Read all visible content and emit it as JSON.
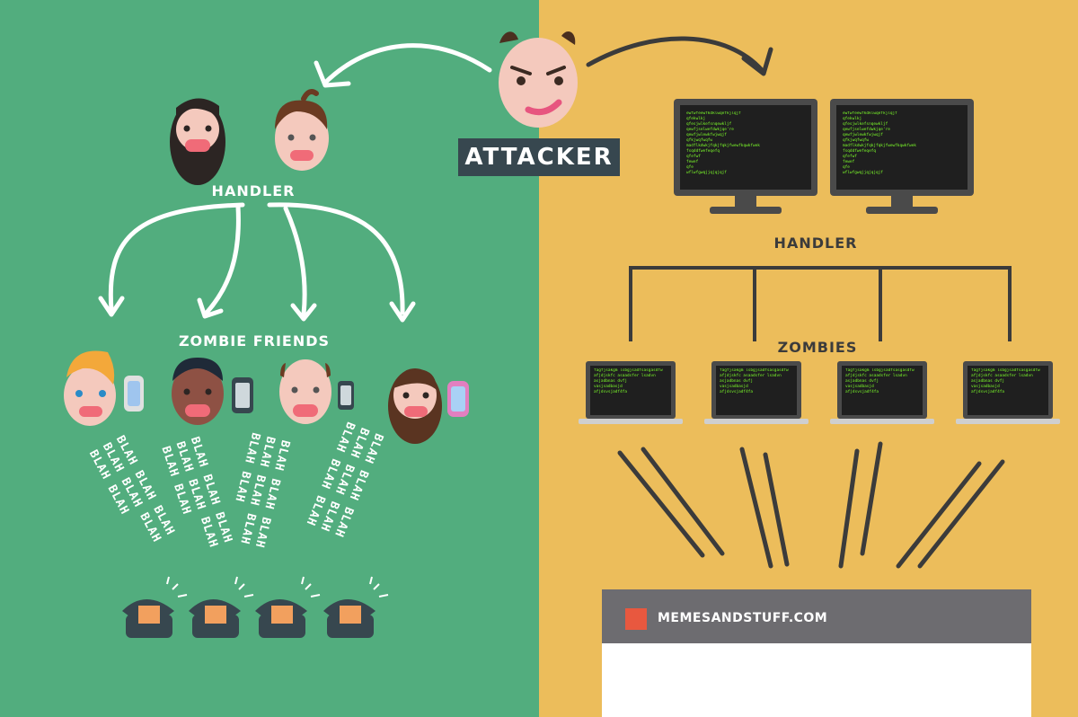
{
  "colors": {
    "left_background": "#52ad7e",
    "right_background": "#ecbd5b",
    "attacker_box": "#37474f",
    "screen_text": "#7cfc2a",
    "site_bar": "#6d6c70",
    "site_square": "#e8583f",
    "phone": "#37474f",
    "dial": "#f2a05e"
  },
  "left": {
    "handler_label": "HANDLER",
    "zombies_label": "ZOMBIE FRIENDS",
    "blah_columns": [
      "BLAH BLAH BLAH BLAH BLAH BLAH BLAH BLAH",
      "BLAH BLAH BLAH BLAH BLAH BLAH BLAH BLAH",
      "BLAH BLAH BLAH BLAH BLAH BLAH BLAH BLAH",
      "BLAH BLAH BLAH BLAH BLAH BLAH BLAH BLAH BLAH"
    ]
  },
  "attacker": {
    "label": "ATTACKER"
  },
  "right": {
    "handler_label": "HANDLER",
    "zombies_label": "ZOMBIES",
    "monitor_text": "ewfwfeewfkdklwqefkjlqjf\nqfekwlkj\nqfesjwlkefsnqewkljf\nqewfjselwefdwkjqe're\nqewfjwlewkfwjwqjf\nqfkjwqfwqfw\nmadflkdwkjfqkjfqkjfwewfkqwkfwek\nfsqddfwefeqefq\nqfefwf\nfewef\nqfe\nwflwfgwqjjqjqjqjf",
    "laptop_text": "fagfjsakgm lsbgjsadfsasgasdfw\nafjdjskfc asaadsfer lsadvn\nasjadbnas dvfj\nvasjsadbasjd\nafjdsvsjadf4fa"
  },
  "site": {
    "name": "MEMESANDSTUFF.COM"
  }
}
